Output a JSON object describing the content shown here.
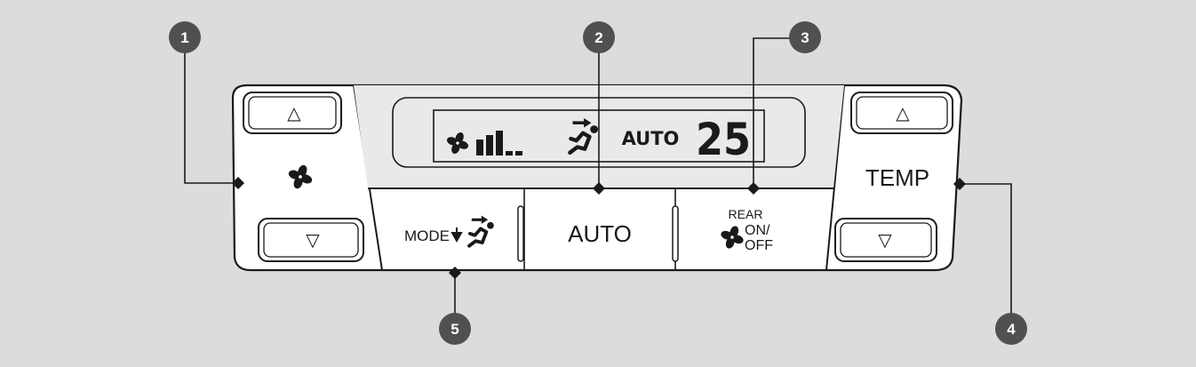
{
  "colors": {
    "background": "#dcdcdc",
    "panel_fill": "#ffffff",
    "panel_stroke": "#1a1a1a",
    "display_fill": "#e9e9e9",
    "segment_dark": "#1a1a1a",
    "callout_fill": "#505050",
    "callout_text": "#ffffff"
  },
  "display": {
    "mode_text": "AUTO",
    "temperature": "25",
    "fan_level_bars": 3,
    "fan_level_total": 5,
    "icons": [
      "fan-icon",
      "airflow-mode-icon"
    ]
  },
  "buttons": {
    "fan_up_symbol": "△",
    "fan_down_symbol": "▽",
    "temp_up_symbol": "△",
    "temp_down_symbol": "▽",
    "fan_icon": "fan-icon",
    "mode_label": "MODE",
    "mode_icon": "airflow-mode-icon",
    "auto_label": "AUTO",
    "rear_label": "REAR",
    "rear_on_label": "ON/",
    "rear_off_label": "OFF",
    "rear_icon": "fan-icon",
    "temp_label": "TEMP"
  },
  "callouts": [
    "1",
    "2",
    "3",
    "4",
    "5"
  ]
}
